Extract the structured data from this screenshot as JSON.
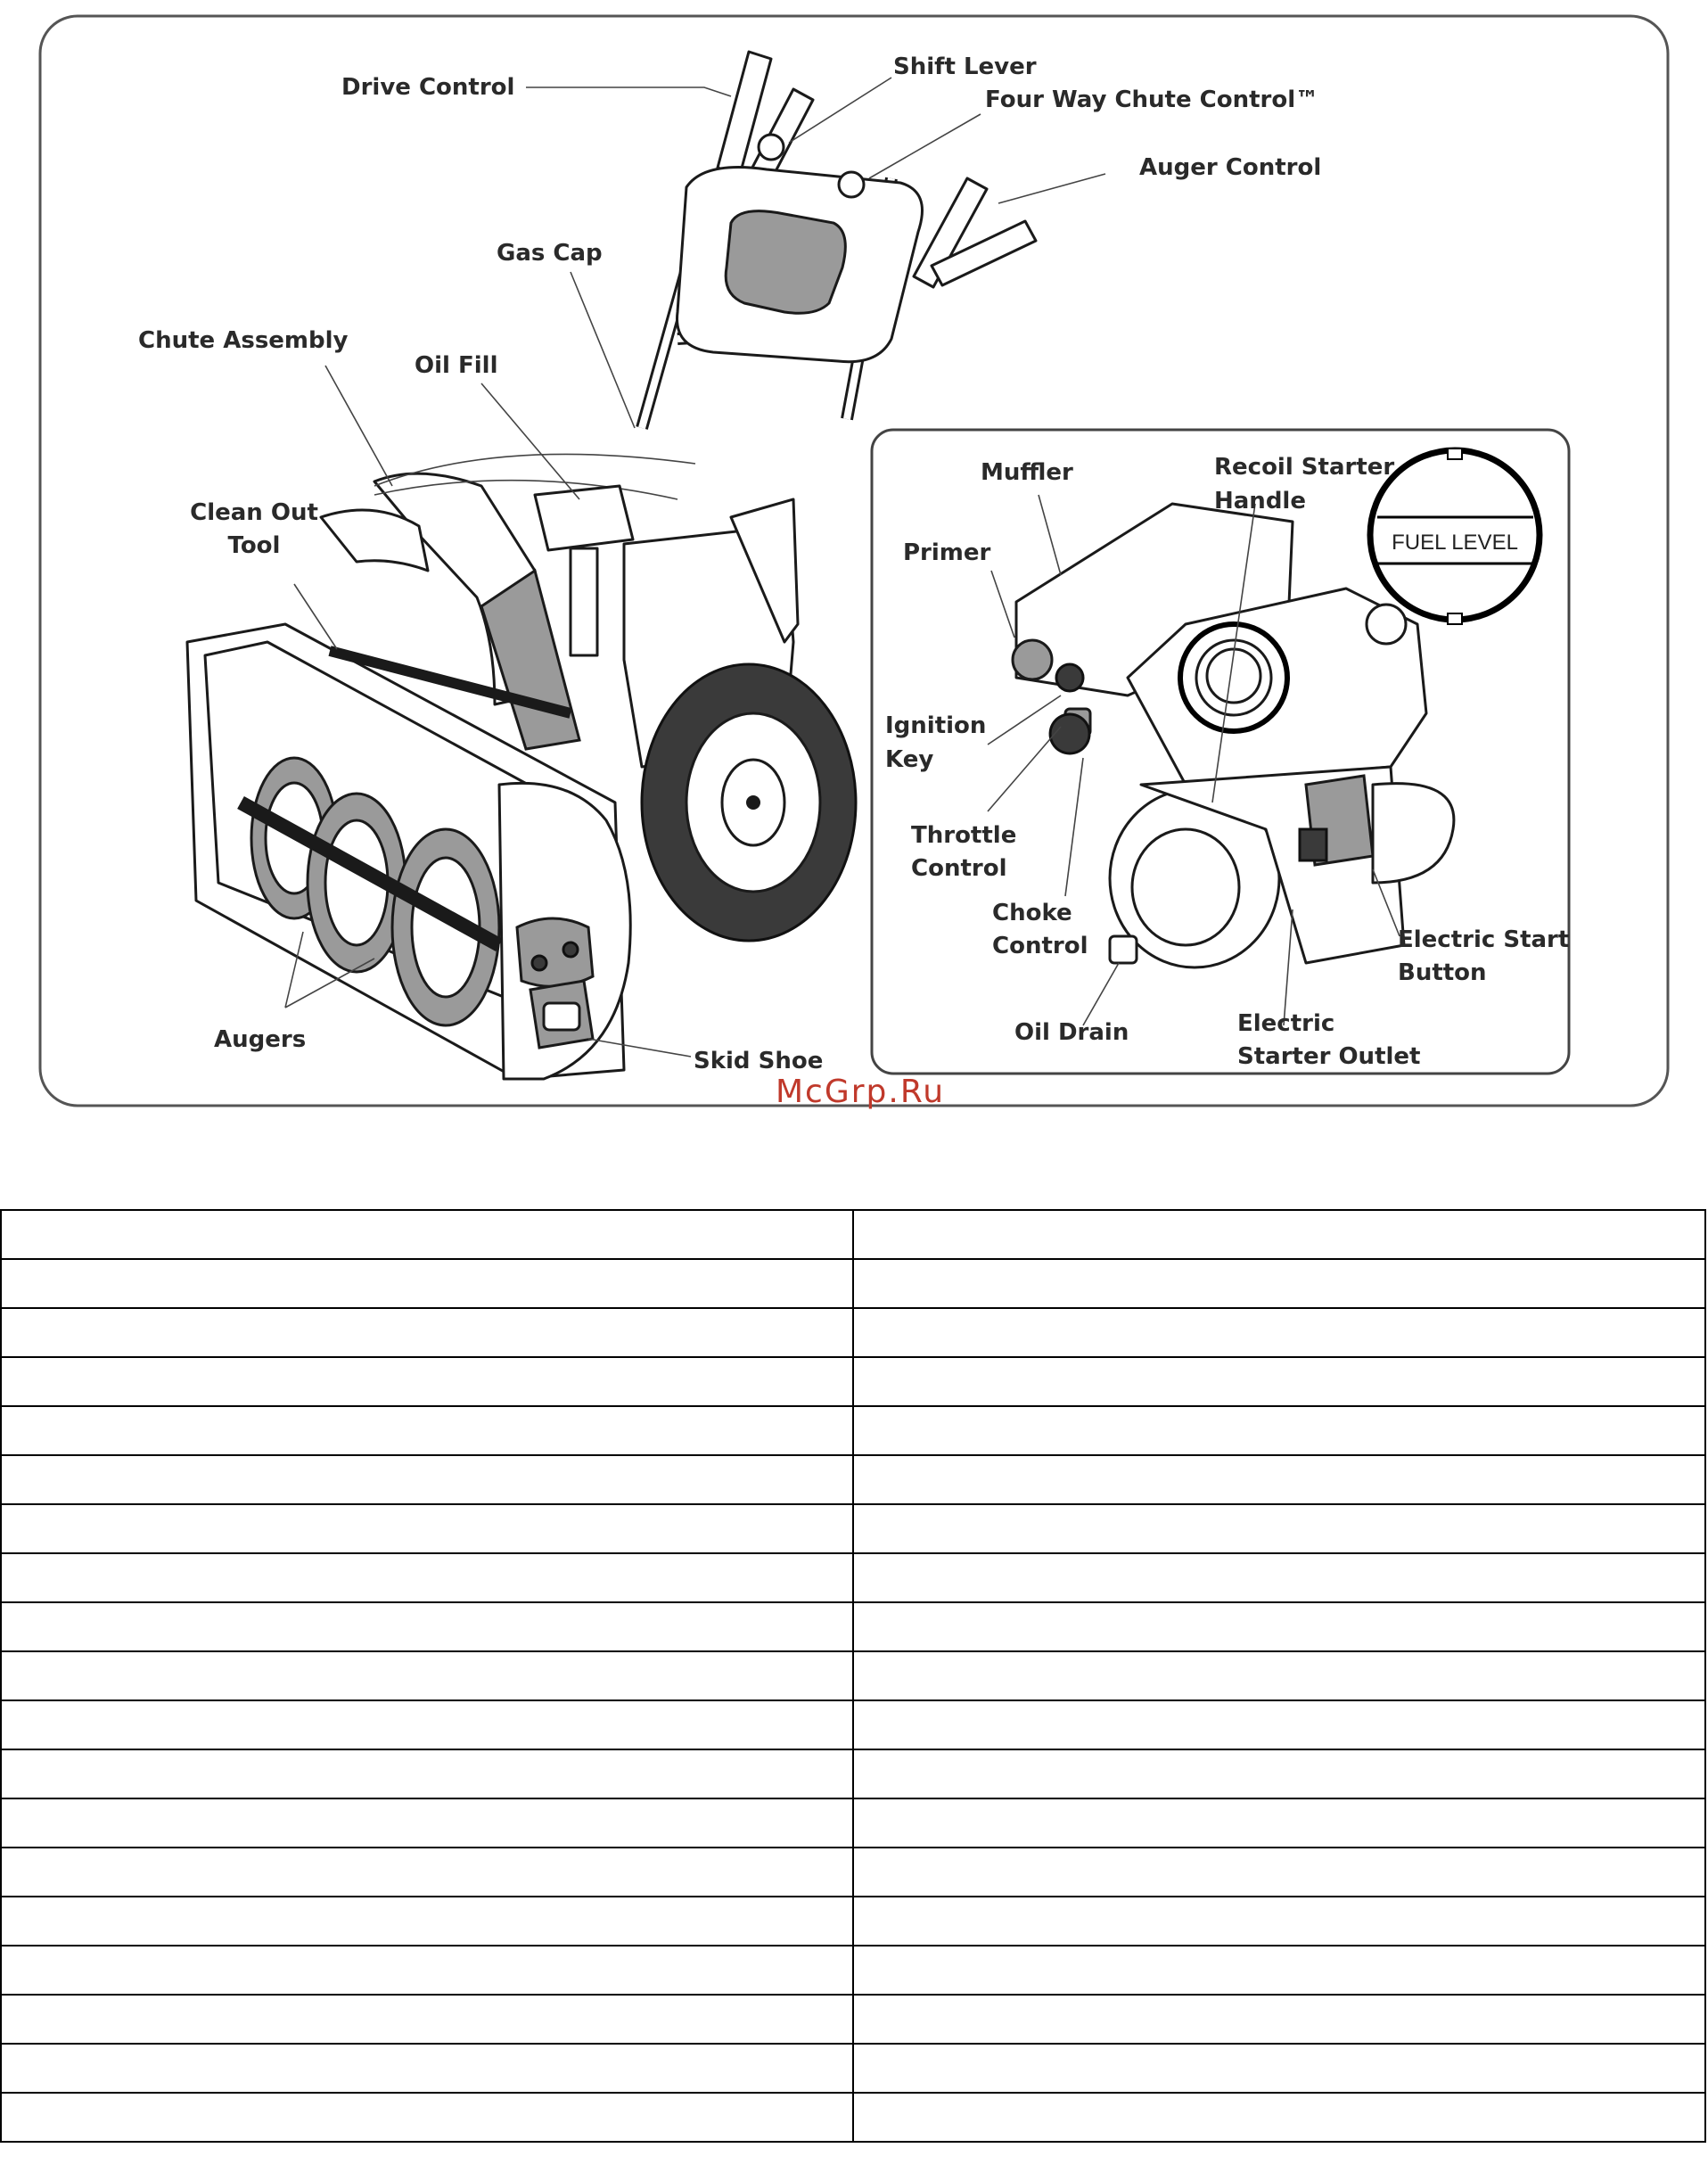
{
  "labels": {
    "drive_control": "Drive Control",
    "shift_lever": "Shift Lever",
    "four_way_chute_control": "Four Way Chute Control™",
    "auger_control": "Auger Control",
    "gas_cap": "Gas Cap",
    "chute_assembly": "Chute Assembly",
    "oil_fill": "Oil Fill",
    "clean_out_tool_1": "Clean Out",
    "clean_out_tool_2": "Tool",
    "augers": "Augers",
    "skid_shoe": "Skid Shoe",
    "muffler": "Muffler",
    "recoil_starter_1": "Recoil Starter",
    "recoil_starter_2": "Handle",
    "fuel_level": "FUEL LEVEL",
    "primer": "Primer",
    "ignition_key_1": "Ignition",
    "ignition_key_2": "Key",
    "throttle_control_1": "Throttle",
    "throttle_control_2": "Control",
    "choke_control_1": "Choke",
    "choke_control_2": "Control",
    "oil_drain": "Oil Drain",
    "electric_start_1": "Electric Start",
    "electric_start_2": "Button",
    "electric_outlet_1": "Electric",
    "electric_outlet_2": "Starter Outlet"
  },
  "watermark": "McGrp.Ru",
  "table": {
    "rows": [
      [
        "",
        ""
      ],
      [
        "",
        ""
      ],
      [
        "",
        ""
      ],
      [
        "",
        ""
      ],
      [
        "",
        ""
      ],
      [
        "",
        ""
      ],
      [
        "",
        ""
      ],
      [
        "",
        ""
      ],
      [
        "",
        ""
      ],
      [
        "",
        ""
      ],
      [
        "",
        ""
      ],
      [
        "",
        ""
      ],
      [
        "",
        ""
      ],
      [
        "",
        ""
      ],
      [
        "",
        ""
      ],
      [
        "",
        ""
      ],
      [
        "",
        ""
      ],
      [
        "",
        ""
      ],
      [
        "",
        ""
      ]
    ]
  }
}
